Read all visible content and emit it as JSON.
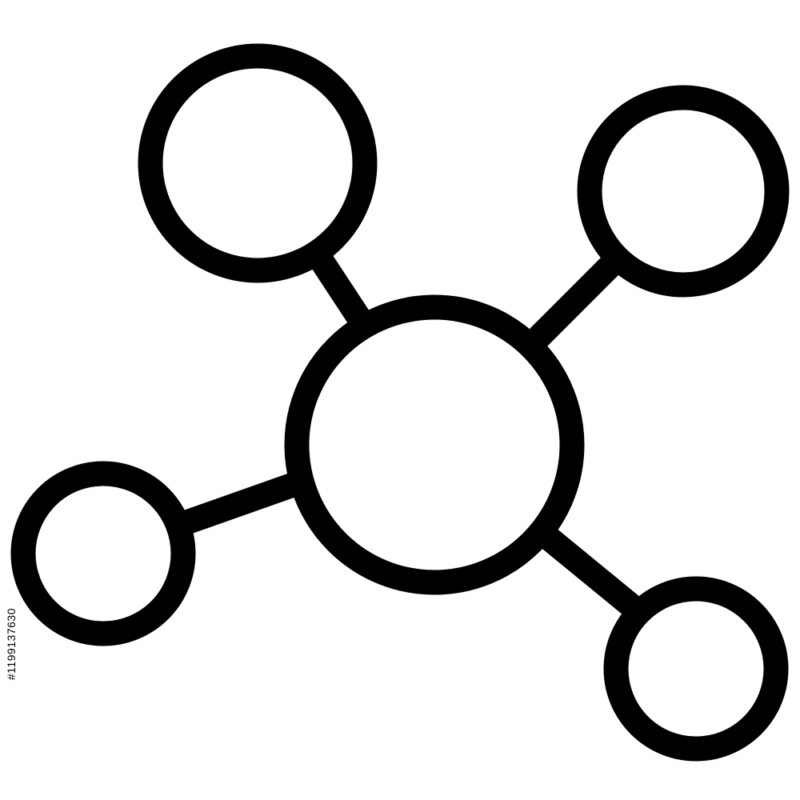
{
  "icon": {
    "name": "network-hub-icon",
    "stroke_color": "#000000",
    "background_color": "#ffffff",
    "nodes": [
      "center",
      "top-left",
      "top-right",
      "left",
      "bottom-right"
    ]
  },
  "watermark": {
    "stock_id": "#1199137630"
  }
}
